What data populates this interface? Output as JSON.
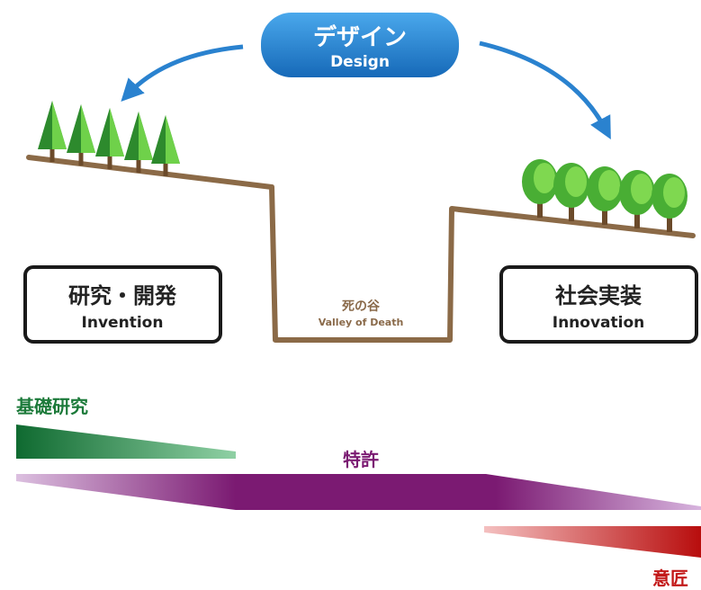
{
  "design_pill": {
    "title": "デザイン",
    "subtitle": "Design"
  },
  "invention_box": {
    "title": "研究・開発",
    "subtitle": "Invention"
  },
  "valley": {
    "title": "死の谷",
    "subtitle": "Valley of Death"
  },
  "innovation_box": {
    "title": "社会実装",
    "subtitle": "Innovation"
  },
  "bars": {
    "basic_research": {
      "label": "基礎研究"
    },
    "patent": {
      "label": "特許"
    },
    "design_right": {
      "label": "意匠"
    }
  },
  "colors": {
    "pill": "#1f7fcf",
    "arrow": "#2a82cf",
    "ground": "#8b6a47",
    "tree_dark": "#2d8a2d",
    "tree_light": "#5cc13a",
    "basic_research": "#1c7a3a",
    "patent": "#7b1a72",
    "design_right": "#c21818"
  },
  "icons": {
    "left_trees": "conifer-tree-icon",
    "right_trees": "round-tree-icon",
    "arrows": "curved-arrow-icon"
  }
}
